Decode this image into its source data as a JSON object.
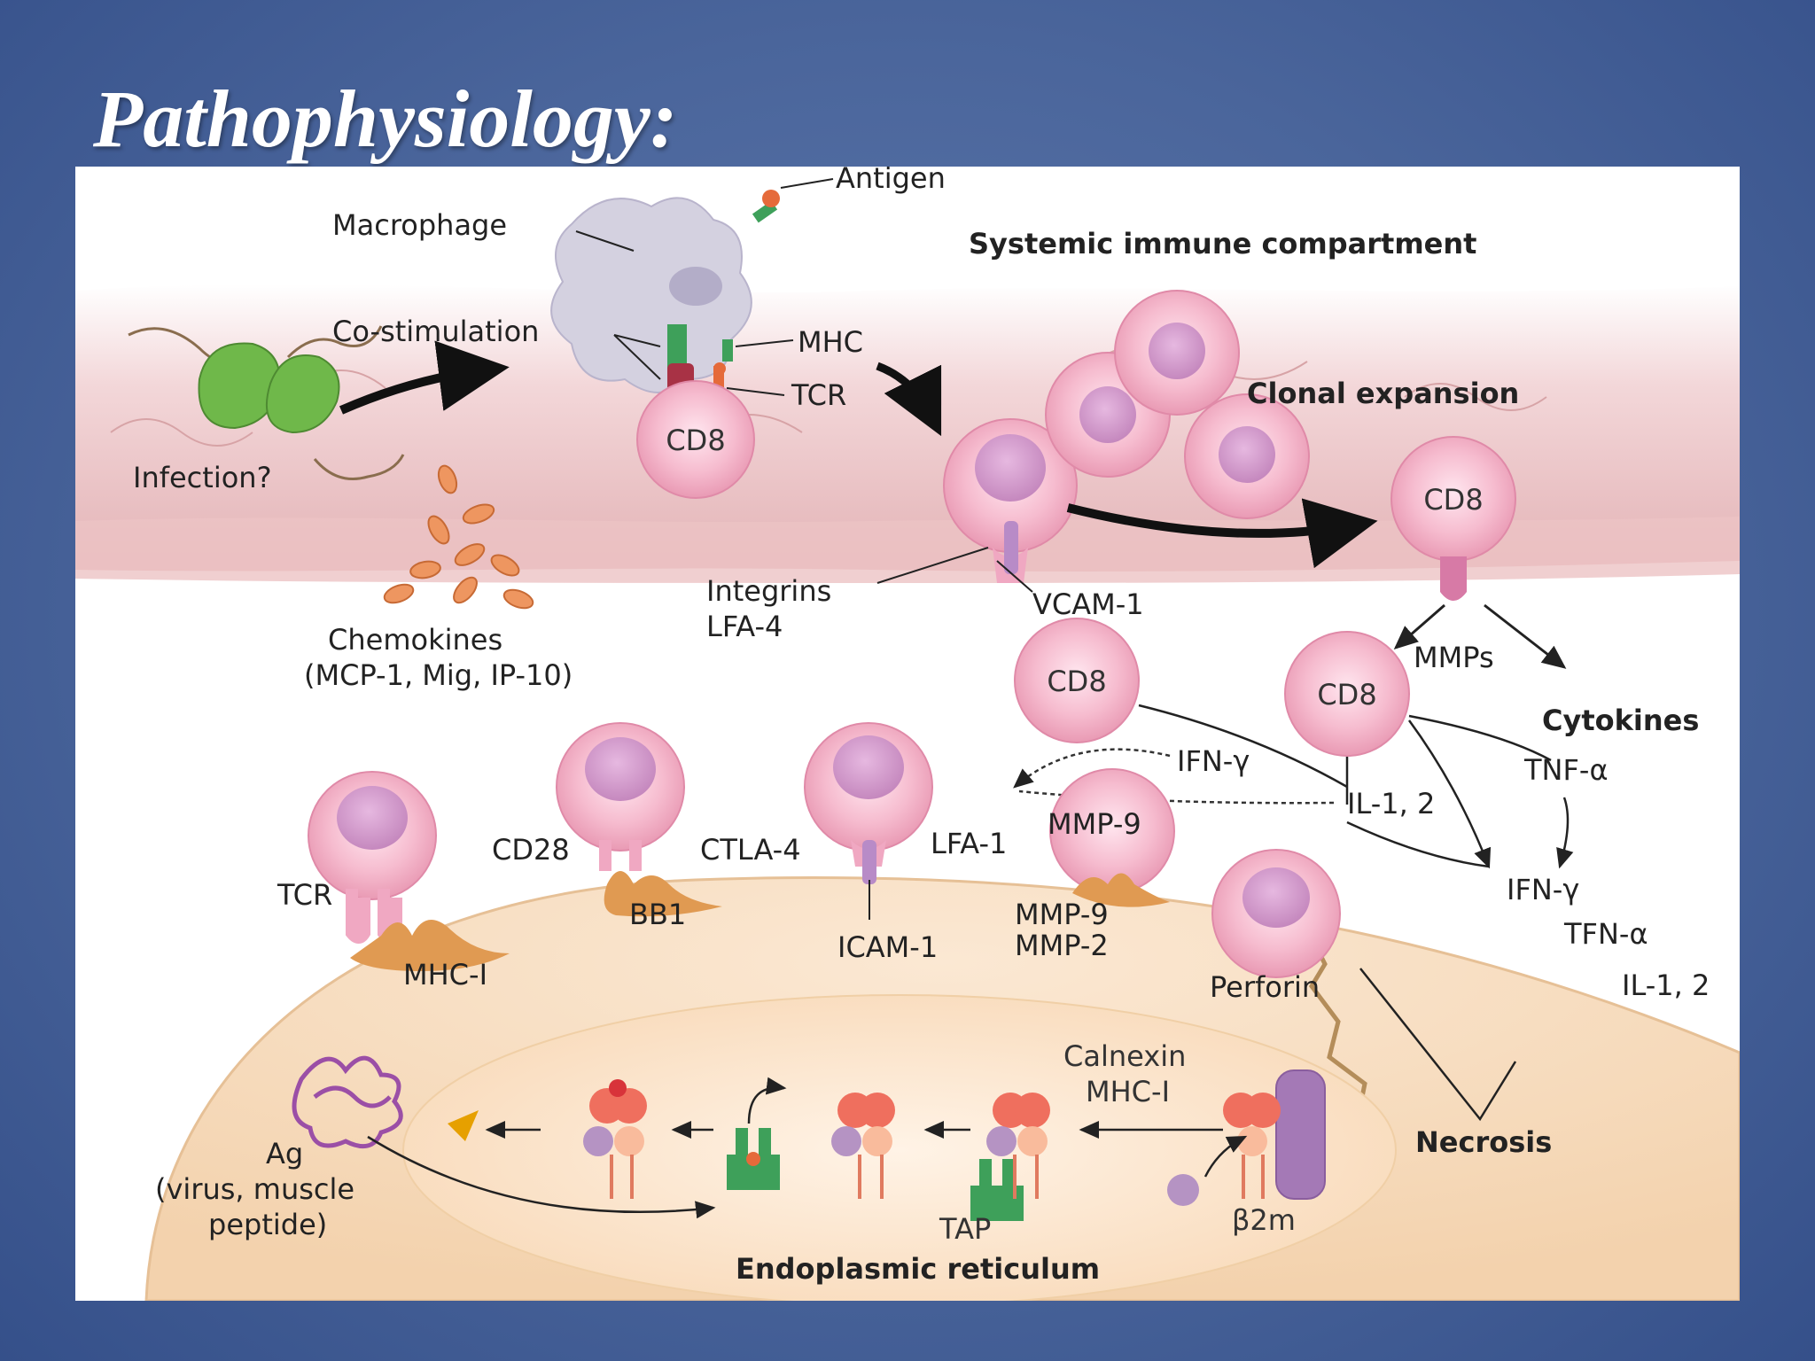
{
  "slide": {
    "title": "Pathophysiology:"
  },
  "diagram": {
    "antigen": "Antigen",
    "macrophage": "Macrophage",
    "systemic": "Systemic immune compartment",
    "costim": "Co-stimulation",
    "mhc": "MHC",
    "tcr_top": "TCR",
    "clonal": "Clonal expansion",
    "infection": "Infection?",
    "cd8": "CD8",
    "chemokines": "Chemokines",
    "chemokines_list": "(MCP-1, Mig, IP-10)",
    "integrins": "Integrins",
    "lfa4": "LFA-4",
    "vcam": "VCAM-1",
    "mmps": "MMPs",
    "cytokines": "Cytokines",
    "ifn_gamma": "IFN-γ",
    "tnf_alpha": "TNF-α",
    "il12": "IL-1, 2",
    "lfa1": "LFA-1",
    "mmp9": "MMP-9",
    "tcr": "TCR",
    "cd28": "CD28",
    "ctla4": "CTLA-4",
    "bb1": "BB1",
    "icam": "ICAM-1",
    "mhc_i": "MHC-I",
    "mmp9b": "MMP-9",
    "mmp2": "MMP-2",
    "perforin": "Perforin",
    "tfn_alpha": "TFN-α",
    "necrosis": "Necrosis",
    "calnexin": "Calnexin",
    "mhc_i_er": "MHC-I",
    "ag": "Ag",
    "ag_desc1": "(virus, muscle",
    "ag_desc2": "peptide)",
    "tap": "TAP",
    "b2m": "β2m",
    "er": "Endoplasmic reticulum"
  }
}
